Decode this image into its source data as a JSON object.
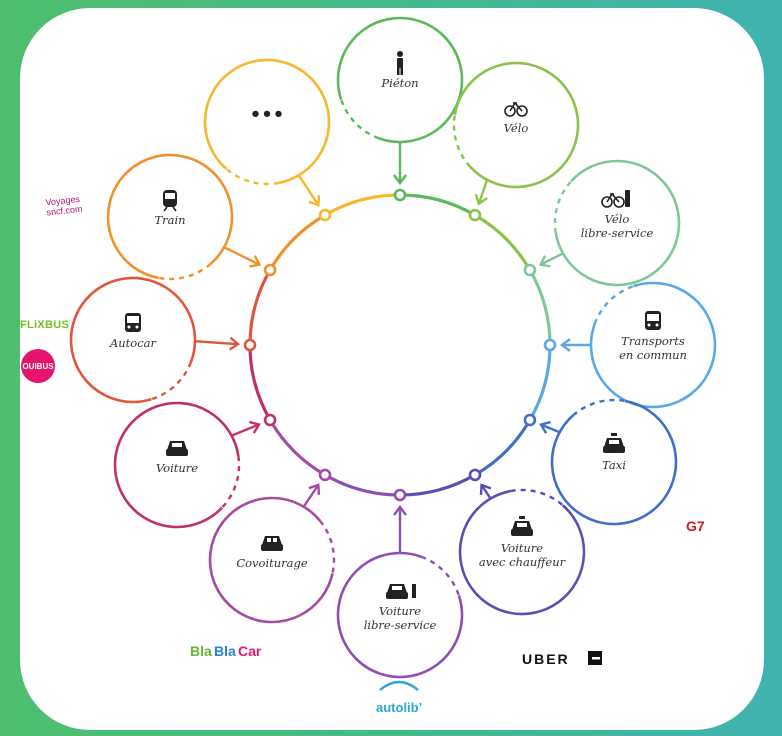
{
  "colors": {
    "background_left": "#4fbf6d",
    "background_right": "#3fb3b0",
    "card": "#ffffff"
  },
  "nodes": [
    {
      "id": "pieton",
      "lines": [
        "Piéton"
      ],
      "icon": "pedestrian-icon",
      "color": "#5cb85c"
    },
    {
      "id": "velo",
      "lines": [
        "Vélo"
      ],
      "icon": "bicycle-icon",
      "color": "#8bc34a"
    },
    {
      "id": "velo-libre-service",
      "lines": [
        "Vélo",
        "libre-service"
      ],
      "icon": "bike-share-icon",
      "color": "#7fc79a"
    },
    {
      "id": "transports-en-commun",
      "lines": [
        "Transports",
        "en commun"
      ],
      "icon": "bus-front-icon",
      "color": "#5aa9e6"
    },
    {
      "id": "taxi",
      "lines": [
        "Taxi"
      ],
      "icon": "taxi-icon",
      "color": "#3f6fc6"
    },
    {
      "id": "voiture-avec-chauffeur",
      "lines": [
        "Voiture",
        "avec chauffeur"
      ],
      "icon": "chauffeur-car-icon",
      "color": "#5b4fb5"
    },
    {
      "id": "voiture-libre-service",
      "lines": [
        "Voiture",
        "libre-service"
      ],
      "icon": "car-share-icon",
      "color": "#8e4fb5"
    },
    {
      "id": "covoiturage",
      "lines": [
        "Covoiturage"
      ],
      "icon": "carpool-icon",
      "color": "#a64aa3"
    },
    {
      "id": "voiture",
      "lines": [
        "Voiture"
      ],
      "icon": "car-icon",
      "color": "#c2306a"
    },
    {
      "id": "autocar",
      "lines": [
        "Autocar"
      ],
      "icon": "coach-icon",
      "color": "#e0563a"
    },
    {
      "id": "train",
      "lines": [
        "Train"
      ],
      "icon": "train-icon",
      "color": "#f0922b"
    },
    {
      "id": "autres",
      "lines": [
        "•••"
      ],
      "icon": "more-icon",
      "color": "#f5b82e"
    }
  ],
  "brands": {
    "voyages_sncf": [
      "Voyages",
      "sncf.com"
    ],
    "flixbus": "FLiXBUS",
    "ouibus": "OUIBUS",
    "g7": "G7",
    "uber": "UBER",
    "blablacar": [
      "Bla",
      "Bla",
      "Car"
    ],
    "autolib": "autolib’"
  }
}
